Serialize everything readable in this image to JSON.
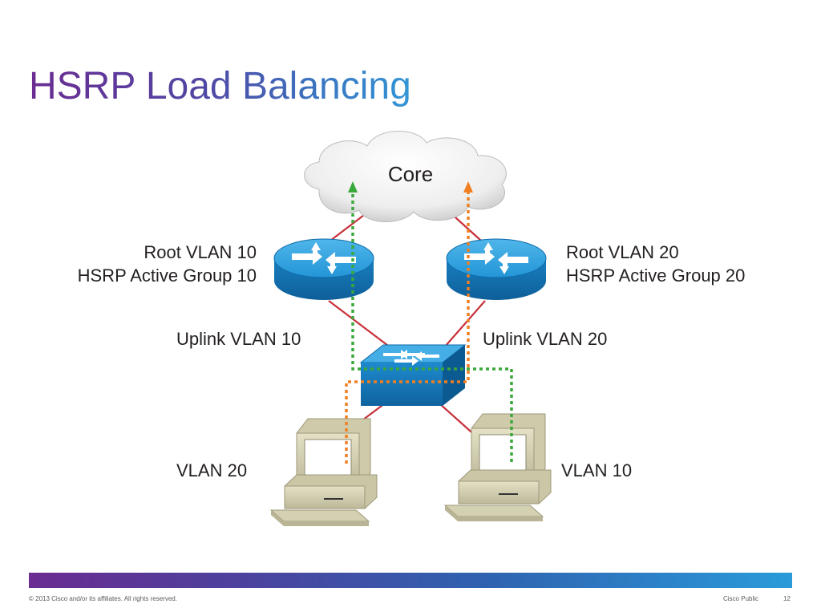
{
  "slide": {
    "title": "HSRP Load Balancing"
  },
  "diagram": {
    "core_label": "Core",
    "left_router": {
      "line1": "Root VLAN 10",
      "line2": "HSRP Active Group 10"
    },
    "right_router": {
      "line1": "Root VLAN 20",
      "line2": "HSRP Active Group 20"
    },
    "uplink_left": "Uplink VLAN 10",
    "uplink_right": "Uplink VLAN 20",
    "pc_left_vlan": "VLAN 20",
    "pc_right_vlan": "VLAN 10",
    "colors": {
      "router_blue": "#1e8fd0",
      "link_red": "#c8303a",
      "path_green": "#3aa83a",
      "path_orange": "#f07f22",
      "pc_beige": "#d6d2b3"
    },
    "icons": [
      "cloud-icon",
      "router-icon",
      "switch-icon",
      "pc-icon"
    ]
  },
  "footer": {
    "copyright": "© 2013 Cisco and/or its affiliates. All rights reserved.",
    "classification": "Cisco Public",
    "page_number": "12"
  }
}
